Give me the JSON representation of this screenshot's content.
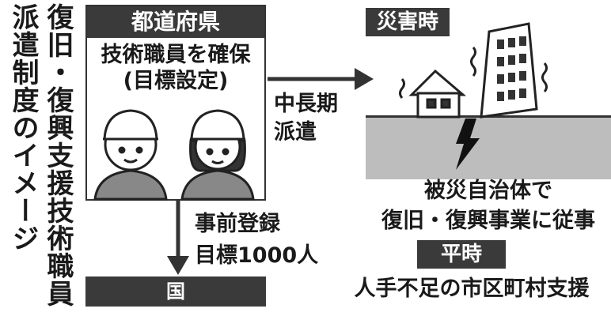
{
  "title": {
    "line1": "復旧・復興支援技術職員",
    "line2": "派遣制度のイメージ"
  },
  "prefecture": {
    "header": "都道府県",
    "line1": "技術職員を確保",
    "line2": "(目標設定)"
  },
  "dispatch": {
    "line1": "中長期",
    "line2": "派遣"
  },
  "disaster": {
    "label": "災害時",
    "line1": "被災自治体で",
    "line2": "復旧・復興事業に従事"
  },
  "normal": {
    "label": "平時",
    "text": "人手不足の市区町村支援"
  },
  "registration": {
    "line1": "事前登録",
    "line2": "目標1000人"
  },
  "national": {
    "label": "国"
  },
  "colors": {
    "dark": "#3a3a3a",
    "ground": "#bdbdbd"
  }
}
